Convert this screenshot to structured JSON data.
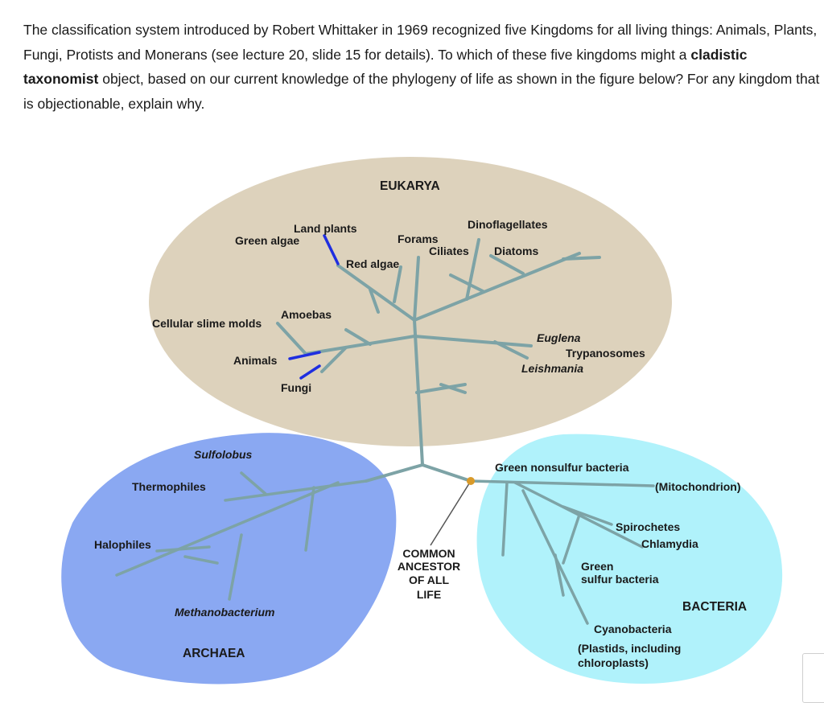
{
  "question": {
    "part1": "The classification system introduced by Robert Whittaker in 1969 recognized five Kingdoms for all living things: Animals, Plants, Fungi, Protists and Monerans (see lecture 20, slide 15 for details). To which of these five kingdoms might a ",
    "bold": "cladistic taxonomist",
    "part2": " object, based on our current knowledge of the phylogeny of life as shown in the figure below? For any kingdom that is objectionable, explain why."
  },
  "figure": {
    "domains": {
      "eukarya": "EUKARYA",
      "archaea": "ARCHAEA",
      "bacteria": "BACTERIA"
    },
    "eukarya_labels": {
      "land_plants": "Land plants",
      "green_algae": "Green algae",
      "forams": "Forams",
      "ciliates": "Ciliates",
      "dinoflagellates": "Dinoflagellates",
      "diatoms": "Diatoms",
      "red_algae": "Red algae",
      "amoebas": "Amoebas",
      "slime_molds": "Cellular slime molds",
      "animals": "Animals",
      "fungi": "Fungi",
      "euglena": "Euglena",
      "trypanosomes": "Trypanosomes",
      "leishmania": "Leishmania"
    },
    "archaea_labels": {
      "sulfolobus": "Sulfolobus",
      "thermophiles": "Thermophiles",
      "halophiles": "Halophiles",
      "methanobacterium": "Methanobacterium"
    },
    "bacteria_labels": {
      "green_nonsulfur": "Green nonsulfur bacteria",
      "mitochondrion": "(Mitochondrion)",
      "spirochetes": "Spirochetes",
      "chlamydia": "Chlamydia",
      "green_sulfur_1": "Green",
      "green_sulfur_2": "sulfur bacteria",
      "cyanobacteria": "Cyanobacteria",
      "plastids_1": "(Plastids, including",
      "plastids_2": "chloroplasts)"
    },
    "ancestor_lines": [
      "COMMON",
      "ANCESTOR",
      "OF ALL",
      "LIFE"
    ],
    "colors": {
      "eukarya_bg": "#ddd2bc",
      "archaea_bg": "#8aa8f2",
      "bacteria_bg": "#b0f2fb",
      "branch": "#7da3a6",
      "highlight": "#1f2ee0",
      "ancestor_dot": "#d99a2a"
    }
  }
}
